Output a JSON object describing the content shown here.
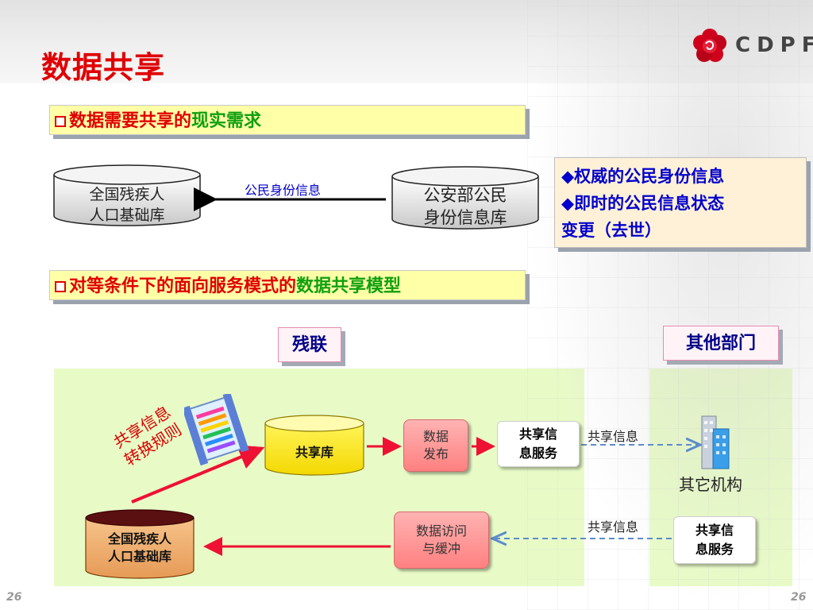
{
  "title": "数据共享",
  "logo": {
    "text": "CDPF"
  },
  "section1": {
    "bullet_red": "数据需要共享的",
    "bullet_green": "现实需求"
  },
  "section2": {
    "bullet_red": "对等条件下的面向服务模式的",
    "bullet_green": "数据共享模型"
  },
  "top_flow": {
    "left_db": "全国残疾人\n人口基础库",
    "right_db": "公安部公民\n身份信息库",
    "arrow_label": "公民身份信息"
  },
  "info_box": {
    "line1": "◆权威的公民身份信息",
    "line2": "◆即时的公民信息状态",
    "line3": "变更（去世）"
  },
  "tags": {
    "left": "残联",
    "right": "其他部门"
  },
  "model": {
    "rule_text": "共享信息\n转换规则",
    "shared_db": "共享库",
    "publish": "数据\n发布",
    "service_top": "共享信\n息服务",
    "share_label_top": "共享信息",
    "other_org": "其它机构",
    "share_label_bottom": "共享信息",
    "service_bottom": "共享信\n息服务",
    "access": "数据访问\n与缓冲",
    "base_db": "全国残疾人\n人口基础库"
  },
  "page_numbers": {
    "left": "26",
    "right": "26"
  },
  "colors": {
    "title_red": "#e00000",
    "heading_bg": "#ffffa8",
    "heading_green": "#10a010",
    "info_blue": "#0000cc",
    "panel_green": "#e8fbc7",
    "arrow_red": "#ee1133",
    "dashed_blue": "#5c8ccc"
  }
}
